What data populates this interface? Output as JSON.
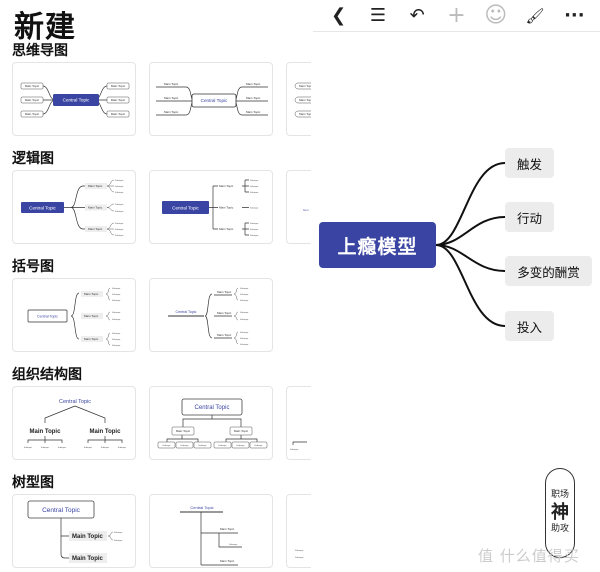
{
  "left": {
    "title": "新建",
    "sections": [
      "思维导图",
      "逻辑图",
      "括号图",
      "组织结构图",
      "树型图"
    ]
  },
  "thumb": {
    "central": "Central Topic",
    "central_clipped": "Cen",
    "main": "Main Topic",
    "sub": "Subtopic"
  },
  "toolbar": {
    "icons": [
      "back-icon",
      "outline-list-icon",
      "undo-icon",
      "add-icon",
      "emoji-icon",
      "format-brush-icon",
      "more-icon"
    ],
    "back": "❮",
    "list": "☰",
    "undo": "↶",
    "add": "+",
    "emoji": "☺",
    "brush": "🖌",
    "more": "···"
  },
  "mindmap": {
    "central": "上瘾模型",
    "branches": [
      "触发",
      "行动",
      "多变的酬赏",
      "投入"
    ],
    "accent": "#3a44a2"
  },
  "watermark": {
    "stamp_top": "职场",
    "stamp_mid": "神",
    "stamp_bot": "助攻",
    "site": "值 什么值得买"
  }
}
